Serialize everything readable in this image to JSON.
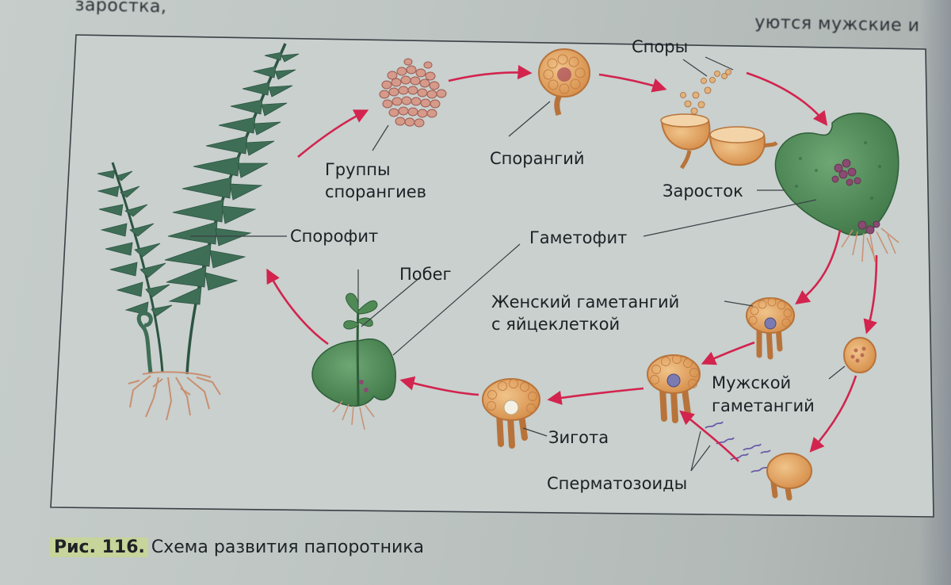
{
  "top_text": {
    "left": "заростка, ",
    "right": "уются мужские и"
  },
  "labels": {
    "spores": "Споры",
    "sporangia_groups_line1": "Группы",
    "sporangia_groups_line2": "спорангиев",
    "sporangium": "Спорангий",
    "prothallus": "Заросток",
    "sporophyte": "Спорофит",
    "gametophyte": "Гаметофит",
    "shoot": "Побег",
    "female_line1": "Женский гаметангий",
    "female_line2": "с яйцеклеткой",
    "male_line1": "Мужской",
    "male_line2": "гаметангий",
    "zygote": "Зигота",
    "sperm": "Сперматозоиды"
  },
  "caption": {
    "figure": "Рис. 116.",
    "text": "Схема развития папоротника"
  },
  "colors": {
    "arrow": "#d2244e",
    "frond": "#3f6e57",
    "frond_dark": "#2c5442",
    "prothallus": "#4f8a55",
    "cell": "#e6a560",
    "cell_stroke": "#b8733a",
    "egg": "#7b7bb2",
    "root": "#c98f70"
  }
}
